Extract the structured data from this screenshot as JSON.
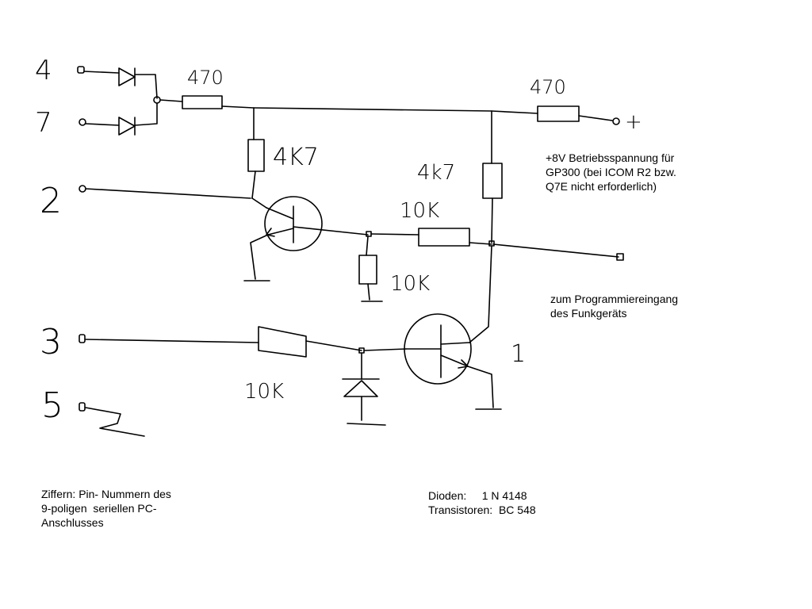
{
  "pins": {
    "p4": "4",
    "p7": "7",
    "p2": "2",
    "p3": "3",
    "p5": "5"
  },
  "components": {
    "r_input": "470",
    "r_supply": "470",
    "r_base_pullup": "4K7",
    "r_collector": "4k7",
    "r_out": "10K",
    "r_emitter": "10K",
    "r_bottom": "10K",
    "transistor_mark": "1"
  },
  "supply_terminal": "+",
  "notes": {
    "supply_line1": "+8V Betriebsspannung für",
    "supply_line2": "GP300 (bei ICOM R2 bzw.",
    "supply_line3": "Q7E nicht erforderlich)",
    "output_line1": "zum Programmiereingang",
    "output_line2": "des Funkgeräts",
    "pins_line1": "Ziffern: Pin- Nummern des",
    "pins_line2": "9-poligen  seriellen PC-",
    "pins_line3": "Anschlusses",
    "diodes_label": "Dioden:",
    "diodes_value": "1 N 4148",
    "transistors_label": "Transistoren:",
    "transistors_value": "BC 548"
  }
}
